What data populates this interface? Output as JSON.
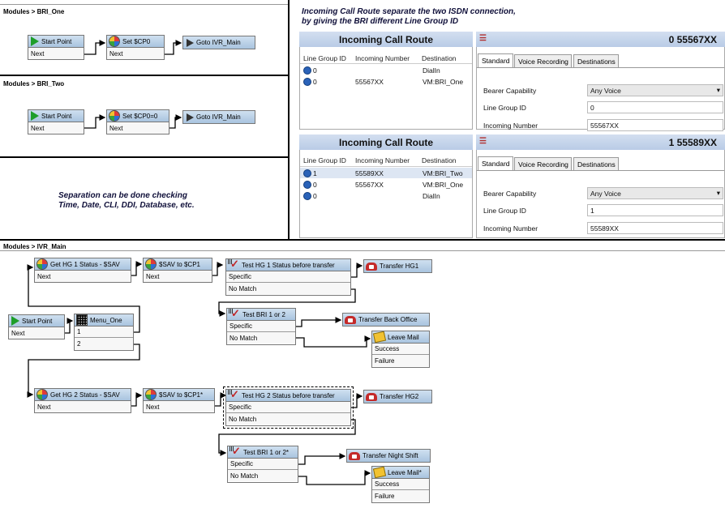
{
  "modules": {
    "bri_one": {
      "title": "Modules > BRI_One"
    },
    "bri_two": {
      "title": "Modules > BRI_Two"
    },
    "ivr_main": {
      "title": "Modules > IVR_Main"
    }
  },
  "bri_one_nodes": {
    "start": {
      "title": "Start Point",
      "rows": [
        "Next"
      ]
    },
    "set": {
      "title": "Set $CP0",
      "rows": [
        "Next"
      ]
    },
    "goto": {
      "title": "Goto IVR_Main"
    }
  },
  "bri_two_nodes": {
    "start": {
      "title": "Start Point",
      "rows": [
        "Next"
      ]
    },
    "set": {
      "title": "Set $CP0=0",
      "rows": [
        "Next"
      ]
    },
    "goto": {
      "title": "Goto IVR_Main"
    }
  },
  "captions": {
    "separation": "Separation can be done checking\nTime, Date, CLI, DDI, Database, etc.",
    "incoming": "Incoming Call Route separate the two ISDN connection,\nby giving the BRI different Line Group ID"
  },
  "icr_tables": [
    {
      "title": "Incoming Call Route",
      "columns": [
        "Line Group ID",
        "Incoming Number",
        "Destination"
      ],
      "rows": [
        {
          "lg": "0",
          "num": "",
          "dest": "DialIn"
        },
        {
          "lg": "0",
          "num": "55567XX",
          "dest": "VM:BRI_One"
        }
      ],
      "detail_header": "0 55567XX",
      "tabs": [
        "Standard",
        "Voice Recording",
        "Destinations"
      ],
      "fields": [
        {
          "label": "Bearer Capability",
          "value": "Any Voice"
        },
        {
          "label": "Line Group ID",
          "value": "0"
        },
        {
          "label": "Incoming Number",
          "value": "55567XX"
        }
      ]
    },
    {
      "title": "Incoming Call Route",
      "columns": [
        "Line Group ID",
        "Incoming Number",
        "Destination"
      ],
      "rows": [
        {
          "lg": "1",
          "num": "55589XX",
          "dest": "VM:BRI_Two"
        },
        {
          "lg": "0",
          "num": "55567XX",
          "dest": "VM:BRI_One"
        },
        {
          "lg": "0",
          "num": "",
          "dest": "DialIn"
        }
      ],
      "detail_header": "1 55589XX",
      "tabs": [
        "Standard",
        "Voice Recording",
        "Destinations"
      ],
      "fields": [
        {
          "label": "Bearer Capability",
          "value": "Any Voice"
        },
        {
          "label": "Line Group ID",
          "value": "1"
        },
        {
          "label": "Incoming Number",
          "value": "55589XX"
        }
      ]
    }
  ],
  "ivr_nodes": {
    "get_hg1": {
      "title": "Get HG 1 Status - $SAV",
      "rows": [
        "Next"
      ]
    },
    "sav_cp1": {
      "title": "$SAV to $CP1",
      "rows": [
        "Next"
      ]
    },
    "test_hg1": {
      "title": "Test HG 1 Status before transfer",
      "rows": [
        "Specific",
        "No Match"
      ]
    },
    "transfer_hg1": {
      "title": "Transfer HG1"
    },
    "start": {
      "title": "Start Point",
      "rows": [
        "Next"
      ]
    },
    "menu": {
      "title": "Menu_One",
      "rows": [
        "1",
        "2"
      ]
    },
    "test_bri": {
      "title": "Test BRI 1 or 2",
      "rows": [
        "Specific",
        "No Match"
      ]
    },
    "transfer_bo": {
      "title": "Transfer Back Office"
    },
    "leave_mail": {
      "title": "Leave Mail",
      "rows": [
        "Success",
        "Failure"
      ]
    },
    "get_hg2": {
      "title": "Get HG 2 Status - $SAV",
      "rows": [
        "Next"
      ]
    },
    "sav_cp1b": {
      "title": "$SAV to $CP1*",
      "rows": [
        "Next"
      ]
    },
    "test_hg2": {
      "title": "Test HG 2 Status before transfer",
      "rows": [
        "Specific",
        "No Match"
      ]
    },
    "transfer_hg2": {
      "title": "Transfer HG2"
    },
    "test_bri2": {
      "title": "Test BRI 1 or 2*",
      "rows": [
        "Specific",
        "No Match"
      ]
    },
    "transfer_ns": {
      "title": "Transfer Night Shift"
    },
    "leave_mail2": {
      "title": "Leave Mail*",
      "rows": [
        "Success",
        "Failure"
      ]
    }
  }
}
